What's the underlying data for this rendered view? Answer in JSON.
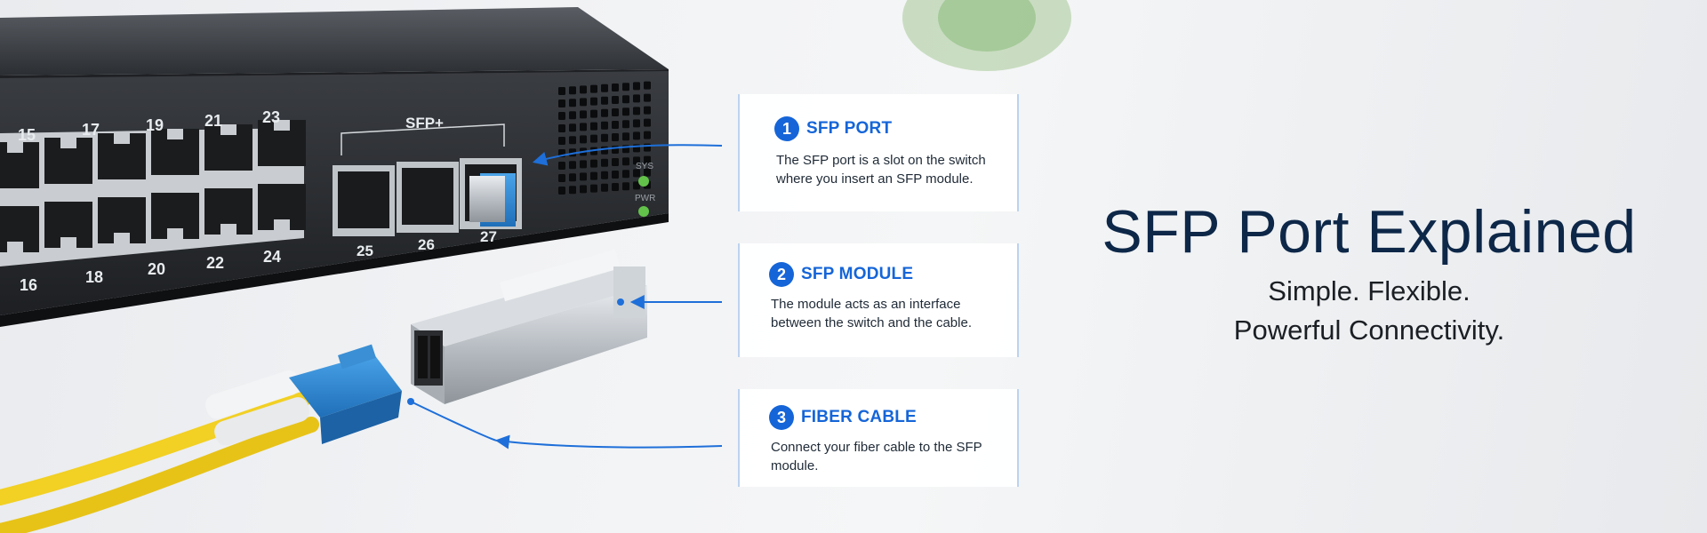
{
  "switch": {
    "port_numbers_top": [
      "15",
      "17",
      "19",
      "21",
      "23"
    ],
    "port_numbers_bottom": [
      "16",
      "18",
      "20",
      "22",
      "24"
    ],
    "sfp_group_label": "SFP+",
    "sfp_port_numbers": [
      "25",
      "26",
      "27"
    ],
    "led_labels": [
      "SYS",
      "PWR"
    ],
    "led_color": "#63c24a"
  },
  "callouts": [
    {
      "number": "1",
      "title": "SFP PORT",
      "description": "The SFP port is a slot on the switch where you insert an SFP module."
    },
    {
      "number": "2",
      "title": "SFP MODULE",
      "description": "The module acts as an interface between the switch and the cable."
    },
    {
      "number": "3",
      "title": "FIBER CABLE",
      "description": "Connect your fiber cable to the SFP module."
    }
  ],
  "hero": {
    "title": "SFP Port Explained",
    "subtitle_line1": "Simple. Flexible.",
    "subtitle_line2": "Powerful Connectivity."
  },
  "colors": {
    "accent": "#1565d8",
    "title": "#0d2748",
    "fiber_cable": "#f2d024",
    "connector": "#2f8fd6"
  }
}
